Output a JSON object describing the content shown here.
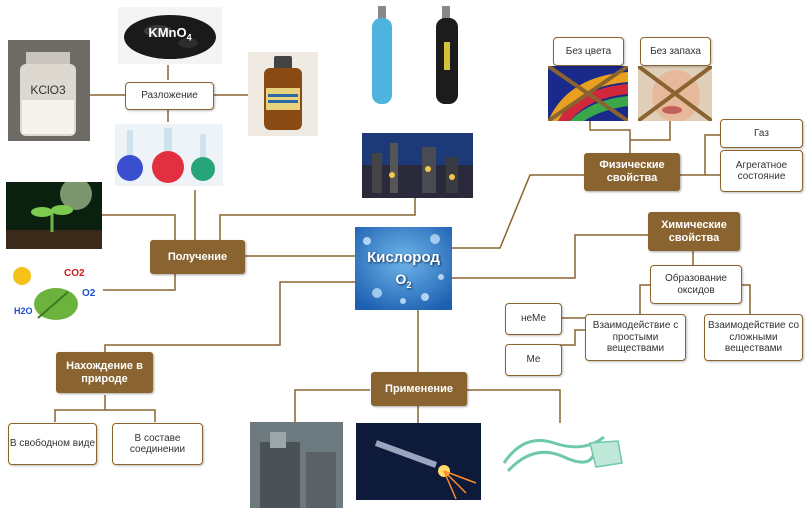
{
  "center": {
    "title": "Кислород",
    "formula": "O2",
    "formula_main": "O",
    "formula_sub": "2"
  },
  "categories": {
    "production": "Получение",
    "physical": "Физические свойства",
    "chemical": "Химические свойства",
    "nature": "Нахождение в природе",
    "application": "Применение"
  },
  "nodes": {
    "decomposition": "Разложение",
    "no_color": "Без цвета",
    "no_smell": "Без запаха",
    "gas": "Газ",
    "aggregate_state": "Агрегатное состояние",
    "oxide_formation": "Образование оксидов",
    "nonmetal": "неМе",
    "metal": "Ме",
    "with_simple": "Взаимодействие с простыми веществами",
    "with_complex": "Взаимодействие со сложными веществами",
    "free_state": "В свободном виде",
    "in_compounds": "В составе соединении"
  },
  "image_labels": {
    "kmno4": "KMnO4",
    "kmno4_main": "KMnO",
    "kmno4_sub": "4",
    "jar": "KClO3",
    "co2": "CO2",
    "o2": "O2",
    "h2o": "H2O"
  },
  "colors": {
    "category": "#8a6430",
    "line": "#8a6430",
    "node_border": "#8a6430"
  },
  "icons": [
    "test-tube-flasks",
    "oxygen-cylinders",
    "industrial-plant",
    "sprout",
    "photosynthesis",
    "welding",
    "oxygen-mask"
  ]
}
